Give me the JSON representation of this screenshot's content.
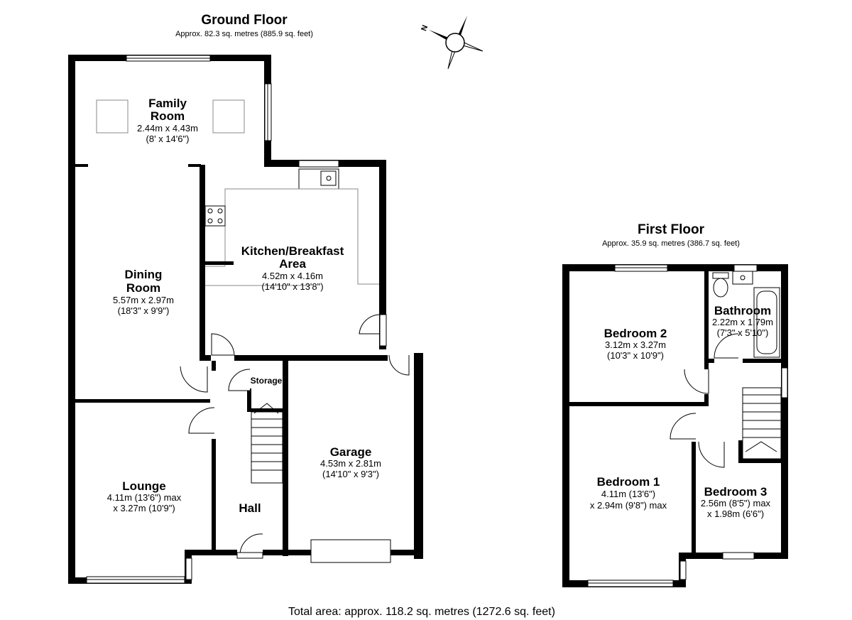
{
  "ground_floor": {
    "title": "Ground Floor",
    "area": "Approx. 82.3 sq. metres (885.9 sq. feet)",
    "rooms": {
      "family_room": {
        "name_line1": "Family",
        "name_line2": "Room",
        "dim_metric": "2.44m x 4.43m",
        "dim_imperial": "(8' x 14'6\")"
      },
      "dining_room": {
        "name_line1": "Dining",
        "name_line2": "Room",
        "dim_metric": "5.57m x 2.97m",
        "dim_imperial": "(18'3\" x 9'9\")"
      },
      "kitchen": {
        "name_line1": "Kitchen/Breakfast",
        "name_line2": "Area",
        "dim_metric": "4.52m x 4.16m",
        "dim_imperial": "(14'10\" x 13'8\")"
      },
      "storage": {
        "name": "Storage"
      },
      "garage": {
        "name": "Garage",
        "dim_metric": "4.53m x 2.81m",
        "dim_imperial": "(14'10\" x 9'3\")"
      },
      "lounge": {
        "name": "Lounge",
        "dim_line1": "4.11m (13'6\") max",
        "dim_line2": "x 3.27m (10'9\")"
      },
      "hall": {
        "name": "Hall"
      }
    }
  },
  "first_floor": {
    "title": "First Floor",
    "area": "Approx. 35.9 sq. metres (386.7 sq. feet)",
    "rooms": {
      "bedroom2": {
        "name": "Bedroom 2",
        "dim_metric": "3.12m x 3.27m",
        "dim_imperial": "(10'3\" x 10'9\")"
      },
      "bathroom": {
        "name": "Bathroom",
        "dim_metric": "2.22m x 1.79m",
        "dim_imperial": "(7'3\" x 5'10\")"
      },
      "bedroom1": {
        "name": "Bedroom 1",
        "dim_line1": "4.11m (13'6\")",
        "dim_line2": "x 2.94m (9'8\") max"
      },
      "bedroom3": {
        "name": "Bedroom 3",
        "dim_line1": "2.56m (8'5\") max",
        "dim_line2": "x 1.98m (6'6\")"
      }
    }
  },
  "compass": {
    "label": "N"
  },
  "total_area": "Total area: approx. 118.2 sq. metres (1272.6 sq. feet)"
}
